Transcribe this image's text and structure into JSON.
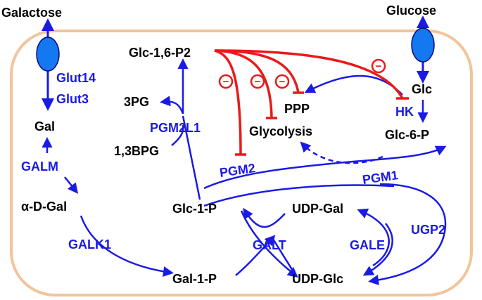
{
  "metabolites": {
    "galactose": "Galactose",
    "glucose": "Glucose",
    "gal": "Gal",
    "alpha_d_gal": "α-D-Gal",
    "gal_1_p": "Gal-1-P",
    "glc": "Glc",
    "glc_6_p": "Glc-6-P",
    "glc_1_p": "Glc-1-P",
    "glc_1_6_p2": "Glc-1,6-P2",
    "three_pg": "3PG",
    "one_three_bpg": "1,3BPG",
    "ppp": "PPP",
    "glycolysis": "Glycolysis",
    "udp_gal": "UDP-Gal",
    "udp_glc": "UDP-Glc"
  },
  "enzymes": {
    "glut14": "Glut14",
    "glut3": "Glut3",
    "galm": "GALM",
    "galk1": "GALK1",
    "pgm2l1": "PGM2L1",
    "pgm2": "PGM2",
    "pgm1": "PGM1",
    "galt": "GALT",
    "gale": "GALE",
    "ugp2": "UGP2",
    "hk": "HK"
  },
  "inhibition_sign": "−",
  "colors": {
    "cell_border": "#f2c49b",
    "enzyme": "#1a1ae6",
    "arrow": "#1a1ae6",
    "inhibition": "#e81a1a",
    "metabolite": "#000000",
    "transporter_fill": "#1478f0",
    "transporter_stroke": "#0a0a80"
  }
}
